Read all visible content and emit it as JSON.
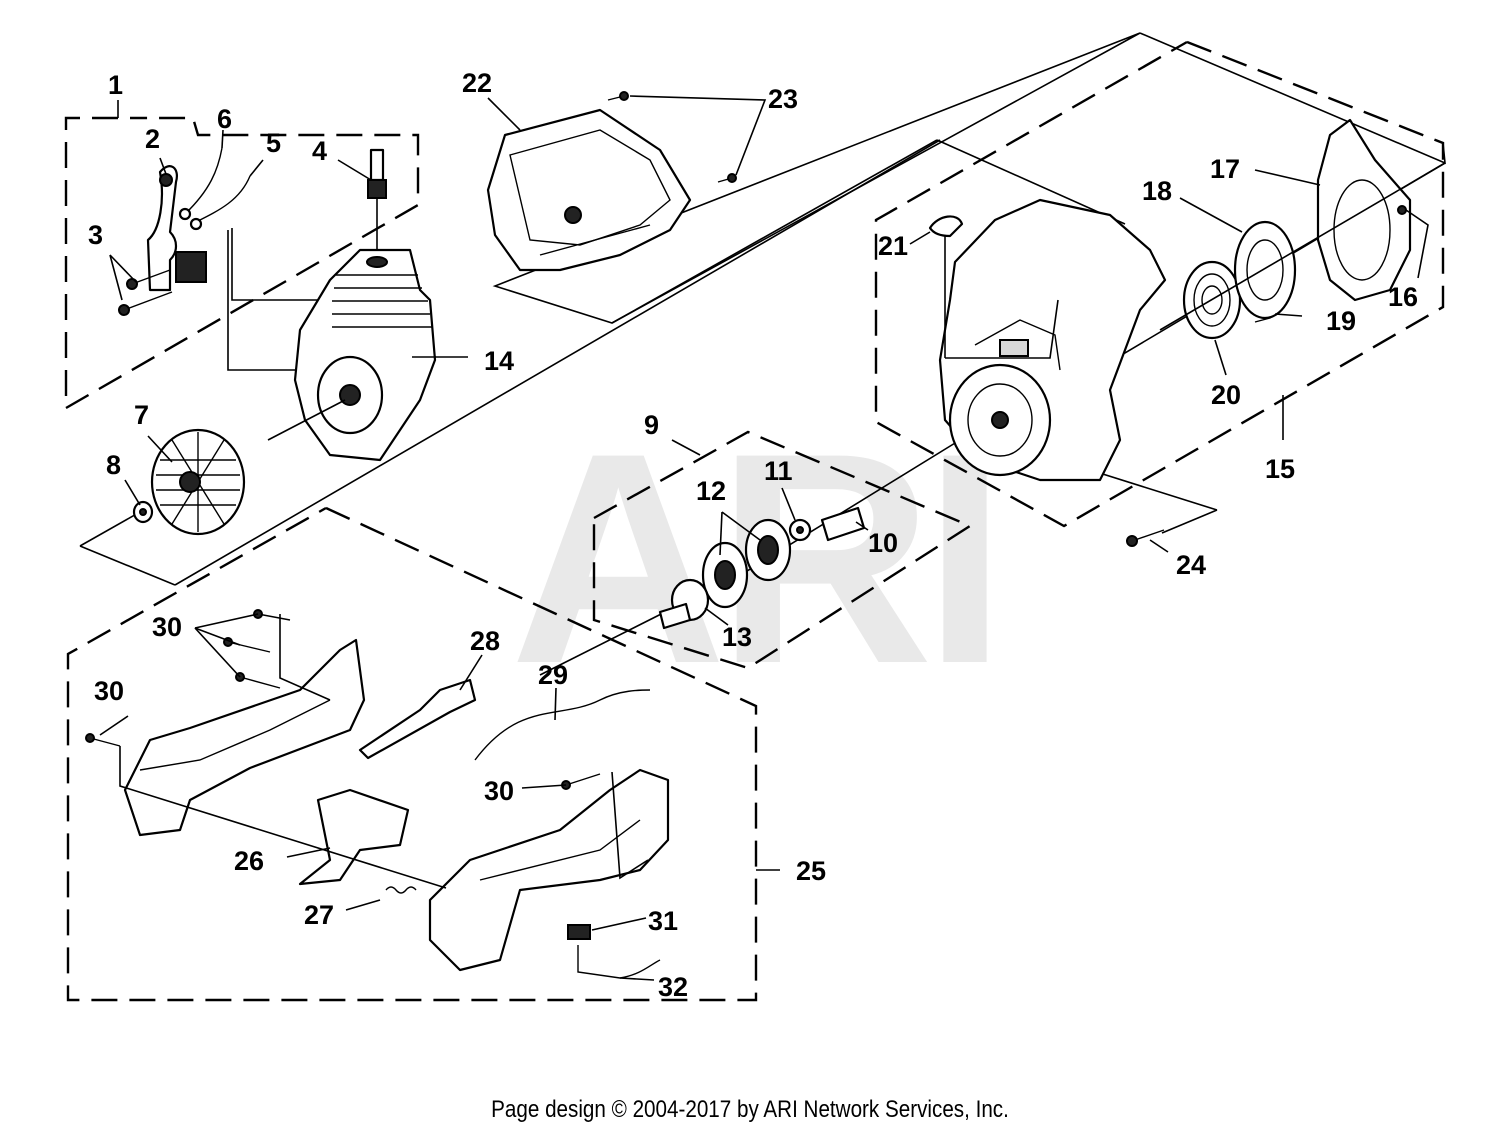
{
  "watermark": "ARI",
  "footer": "Page design © 2004-2017 by ARI Network Services, Inc.",
  "callouts": {
    "c1": "1",
    "c2": "2",
    "c3": "3",
    "c4": "4",
    "c5": "5",
    "c6": "6",
    "c7": "7",
    "c8": "8",
    "c9": "9",
    "c10": "10",
    "c11": "11",
    "c12": "12",
    "c13": "13",
    "c14": "14",
    "c15": "15",
    "c16": "16",
    "c17": "17",
    "c18": "18",
    "c19": "19",
    "c20": "20",
    "c21": "21",
    "c22": "22",
    "c23": "23",
    "c24": "24",
    "c25": "25",
    "c26": "26",
    "c27": "27",
    "c28": "28",
    "c29": "29",
    "c30a": "30",
    "c30b": "30",
    "c30c": "30",
    "c31": "31",
    "c32": "32"
  }
}
